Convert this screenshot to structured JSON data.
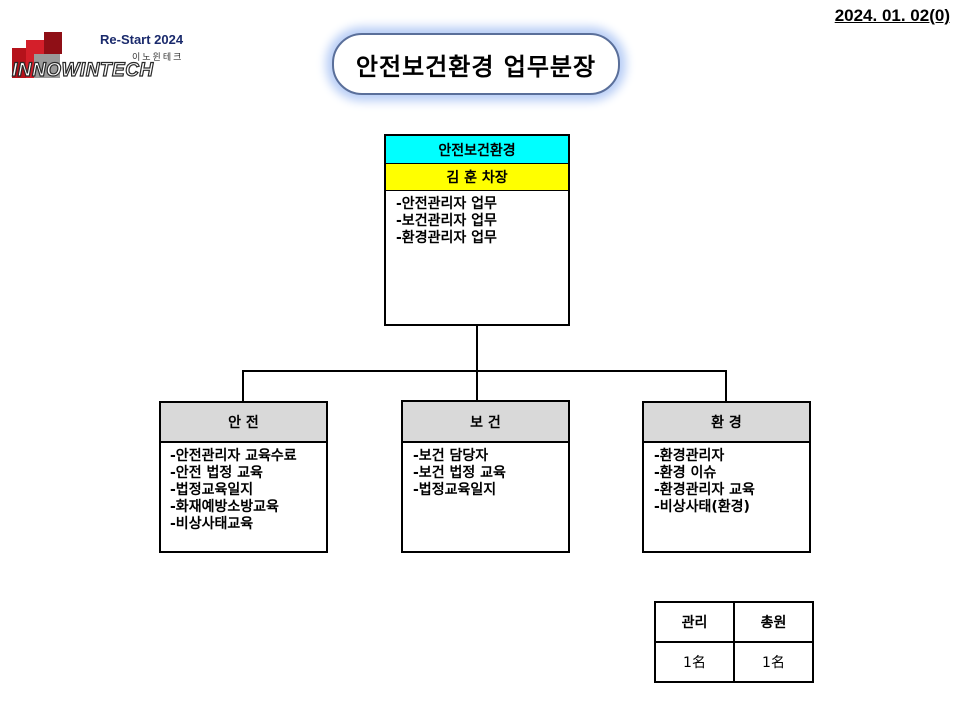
{
  "date": "2024. 01. 02(0)",
  "logo": {
    "restart": "Re-Start 2024",
    "korean": "이노윈테크",
    "brand": "INNOWINTECH"
  },
  "title": "안전보건환경 업무분장",
  "top": {
    "dept": "안전보건환경",
    "person": "김 훈 차장",
    "duties": [
      "-안전관리자 업무",
      "-보건관리자 업무",
      "-환경관리자 업무"
    ]
  },
  "sections": [
    {
      "name": "안 전",
      "items": [
        "-안전관리자 교육수료",
        "-안전 법정 교육",
        "-법정교육일지",
        "-화재예방소방교육",
        "-비상사태교육"
      ]
    },
    {
      "name": "보 건",
      "items": [
        "-보건 담당자",
        "-보건 법정 교육",
        "-법정교육일지"
      ]
    },
    {
      "name": "환 경",
      "items": [
        "-환경관리자",
        "-환경 이슈",
        "-환경관리자 교육",
        "-비상사태(환경)"
      ]
    }
  ],
  "headcount": {
    "headers": [
      "관리",
      "총원"
    ],
    "values": [
      "1名",
      "1名"
    ]
  },
  "colors": {
    "dept_header": "#00ffff",
    "person_header": "#ffff00",
    "section_header": "#d9d9d9",
    "title_glow": "#b7cdf6"
  }
}
